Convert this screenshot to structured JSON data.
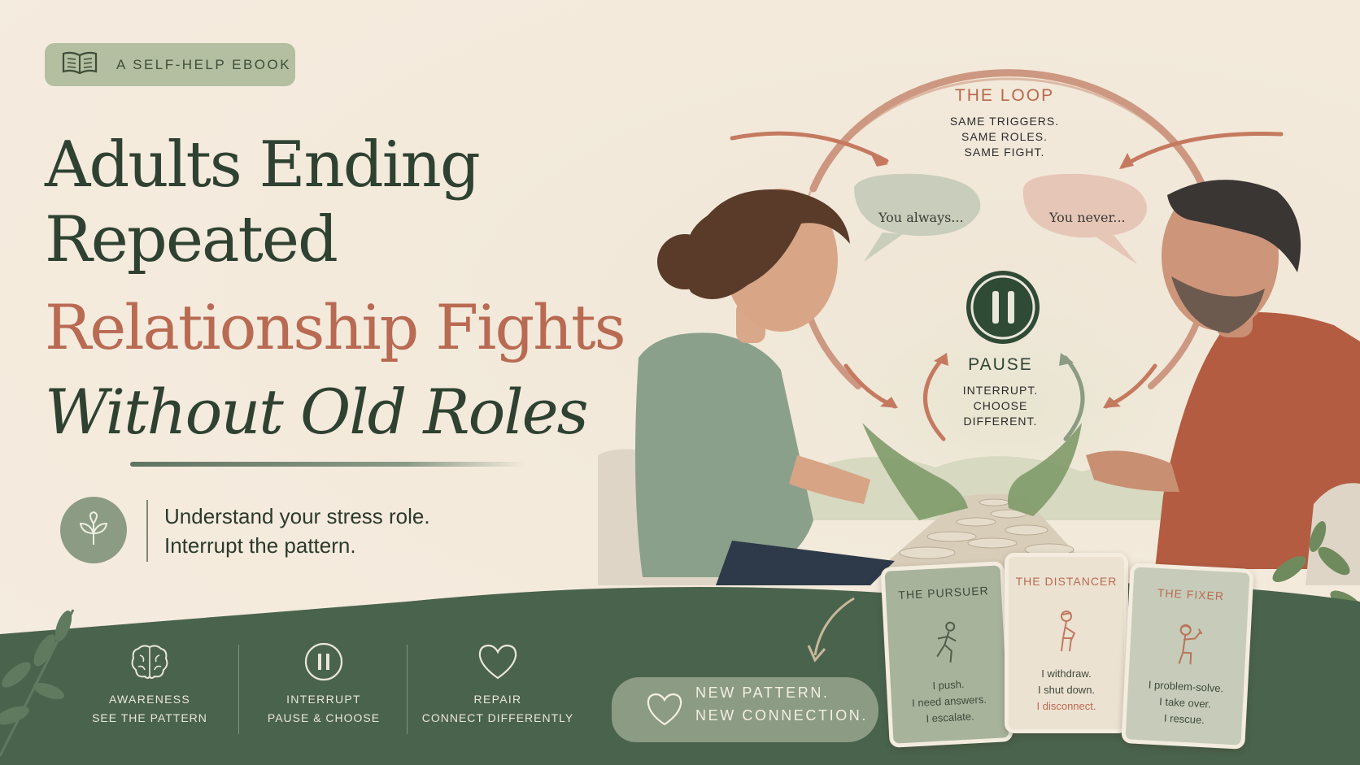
{
  "badge": {
    "label": "A SELF-HELP EBOOK",
    "icon": "open-book-icon"
  },
  "title": {
    "line1": "Adults Ending",
    "line2": "Repeated",
    "line3": "Relationship Fights",
    "line4": "Without Old Roles"
  },
  "tagline": {
    "icon": "sprout-icon",
    "line1": "Understand your stress role.",
    "line2": "Interrupt the pattern."
  },
  "loop": {
    "title": "THE LOOP",
    "lines": [
      "SAME TRIGGERS.",
      "SAME ROLES.",
      "SAME FIGHT."
    ],
    "bubble_left": "You always...",
    "bubble_right": "You never..."
  },
  "pause": {
    "icon": "pause-icon",
    "title": "PAUSE",
    "lines": [
      "INTERRUPT.",
      "CHOOSE",
      "DIFFERENT."
    ]
  },
  "features": [
    {
      "icon": "brain-icon",
      "title": "AWARENESS",
      "subtitle": "SEE THE PATTERN"
    },
    {
      "icon": "pause-icon",
      "title": "INTERRUPT",
      "subtitle": "PAUSE & CHOOSE"
    },
    {
      "icon": "heart-icon",
      "title": "REPAIR",
      "subtitle": "CONNECT DIFFERENTLY"
    }
  ],
  "new_pattern": {
    "icon": "heart-icon",
    "line1": "NEW PATTERN.",
    "line2": "NEW CONNECTION."
  },
  "cards": [
    {
      "title": "THE PURSUER",
      "icon": "running-figure-icon",
      "lines": [
        "I push.",
        "I need answers.",
        "I escalate."
      ]
    },
    {
      "title": "THE DISTANCER",
      "icon": "walking-away-figure-icon",
      "lines": [
        "I withdraw.",
        "I shut down.",
        "I disconnect."
      ]
    },
    {
      "title": "THE FIXER",
      "icon": "figure-with-wrench-icon",
      "lines": [
        "I problem-solve.",
        "I take over.",
        "I rescue."
      ]
    }
  ],
  "colors": {
    "background": "#f4ebde",
    "forest_green": "#2f4231",
    "terracotta": "#b96a52",
    "sage": "#8c9b83",
    "band_green": "#4a634d",
    "cream": "#f3ecdf"
  }
}
